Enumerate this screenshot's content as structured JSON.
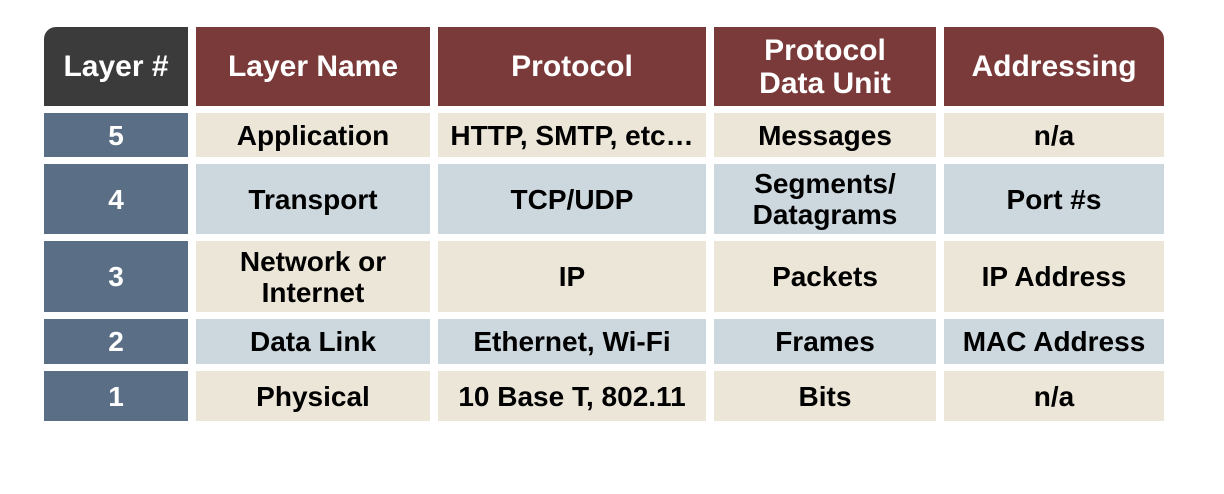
{
  "table": {
    "headers": {
      "layer_num": "Layer #",
      "layer_name": "Layer Name",
      "protocol": "Protocol",
      "pdu": "Protocol\nData Unit",
      "addressing": "Addressing"
    },
    "rows": [
      {
        "num": "5",
        "name": "Application",
        "protocol": "HTTP, SMTP, etc…",
        "pdu": "Messages",
        "addressing": "n/a"
      },
      {
        "num": "4",
        "name": "Transport",
        "protocol": "TCP/UDP",
        "pdu": "Segments/\nDatagrams",
        "addressing": "Port #s"
      },
      {
        "num": "3",
        "name": "Network or\nInternet",
        "protocol": "IP",
        "pdu": "Packets",
        "addressing": "IP Address"
      },
      {
        "num": "2",
        "name": "Data Link",
        "protocol": "Ethernet, Wi-Fi",
        "pdu": "Frames",
        "addressing": "MAC Address"
      },
      {
        "num": "1",
        "name": "Physical",
        "protocol": "10 Base T, 802.11",
        "pdu": "Bits",
        "addressing": "n/a"
      }
    ],
    "colors": {
      "header_number": "#3b3b3b",
      "header": "#7a3a3a",
      "number_column": "#5a6f86",
      "row_beige": "#ece6d8",
      "row_blue": "#cdd8de"
    }
  }
}
